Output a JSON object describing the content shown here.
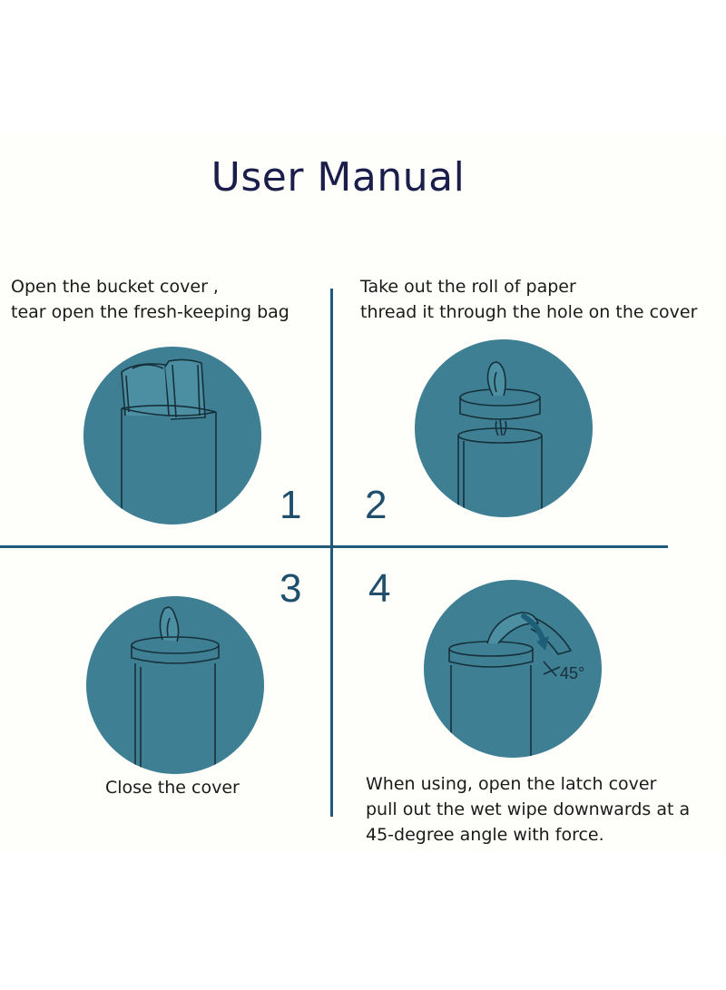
{
  "title": "User Manual",
  "colors": {
    "circle_fill": "#3e7f94",
    "line": "#22597a",
    "stroke": "#16303a",
    "title": "#1b1e4b"
  },
  "steps": [
    {
      "number": "1",
      "lines": [
        "Open the bucket cover ,",
        " tear open the fresh-keeping bag"
      ]
    },
    {
      "number": "2",
      "lines": [
        "Take out the roll of paper",
        " thread it through the hole on  the cover"
      ]
    },
    {
      "number": "3",
      "lines": [
        "Close the cover"
      ]
    },
    {
      "number": "4",
      "lines": [
        "When using, open the latch cover",
        " pull out the wet wipe downwards at a",
        "45-degree angle with force."
      ],
      "angle_label": "45°"
    }
  ]
}
